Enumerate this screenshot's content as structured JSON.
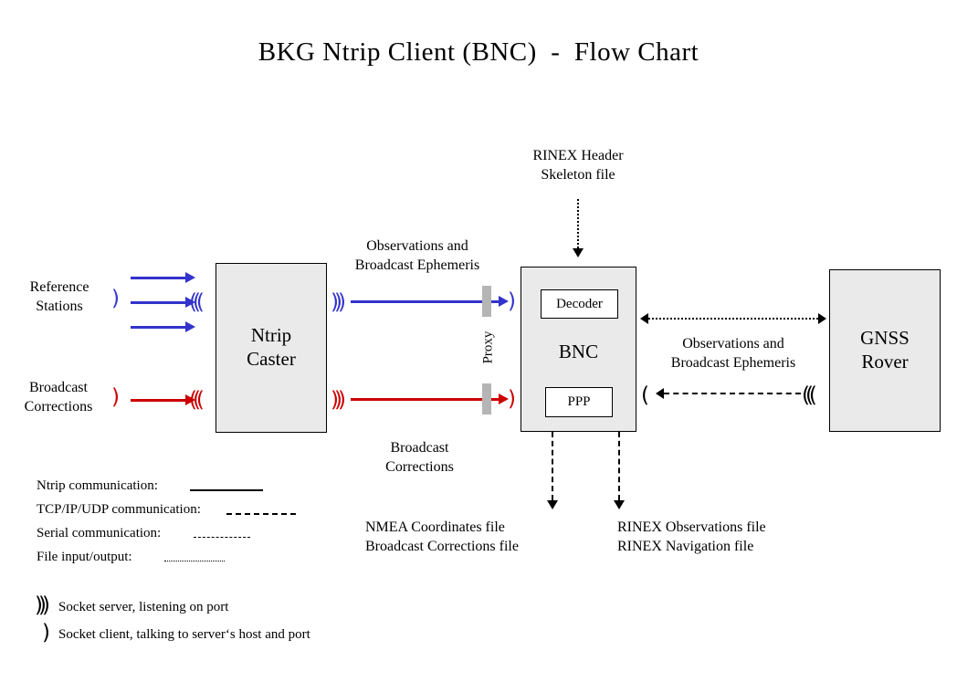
{
  "title": "BKG Ntrip Client (BNC)  -  Flow Chart",
  "boxes": {
    "ntrip_caster": "Ntrip\nCaster",
    "bnc": "BNC",
    "gnss_rover": "GNSS\nRover",
    "decoder": "Decoder",
    "ppp": "PPP"
  },
  "labels": {
    "reference_stations": "Reference\nStations",
    "broadcast_corrections_in": "Broadcast\nCorrections",
    "observations_ephemeris_caster": "Observations and\nBroadcast Ephemeris",
    "broadcast_corrections_mid": "Broadcast\nCorrections",
    "rinex_skeleton": "RINEX Header\nSkeleton file",
    "observations_ephemeris_rover": "Observations and\nBroadcast Ephemeris",
    "nmea_files": "NMEA Coordinates file\nBroadcast Corrections file",
    "rinex_files": "RINEX Observations file\nRINEX Navigation file",
    "proxy": "Proxy"
  },
  "legend": {
    "rows": [
      {
        "label": "Ntrip communication:",
        "style": "solid"
      },
      {
        "label": "TCP/IP/UDP communication:",
        "style": "dashed"
      },
      {
        "label": "Serial communication:",
        "style": "dash-dot"
      },
      {
        "label": "File input/output:",
        "style": "dotted"
      }
    ]
  },
  "key": {
    "rows": [
      {
        "symbol": ")))",
        "text": "Socket server, listening on port"
      },
      {
        "symbol": ")",
        "text": "Socket client, talking to server‘s host and port"
      }
    ]
  },
  "colors": {
    "ntrip_blue": "#3333cc",
    "corrections_red": "#cc0000",
    "box_fill": "#eaeaea",
    "proxy_bar": "#b5b5b5",
    "line_black": "#000000"
  }
}
